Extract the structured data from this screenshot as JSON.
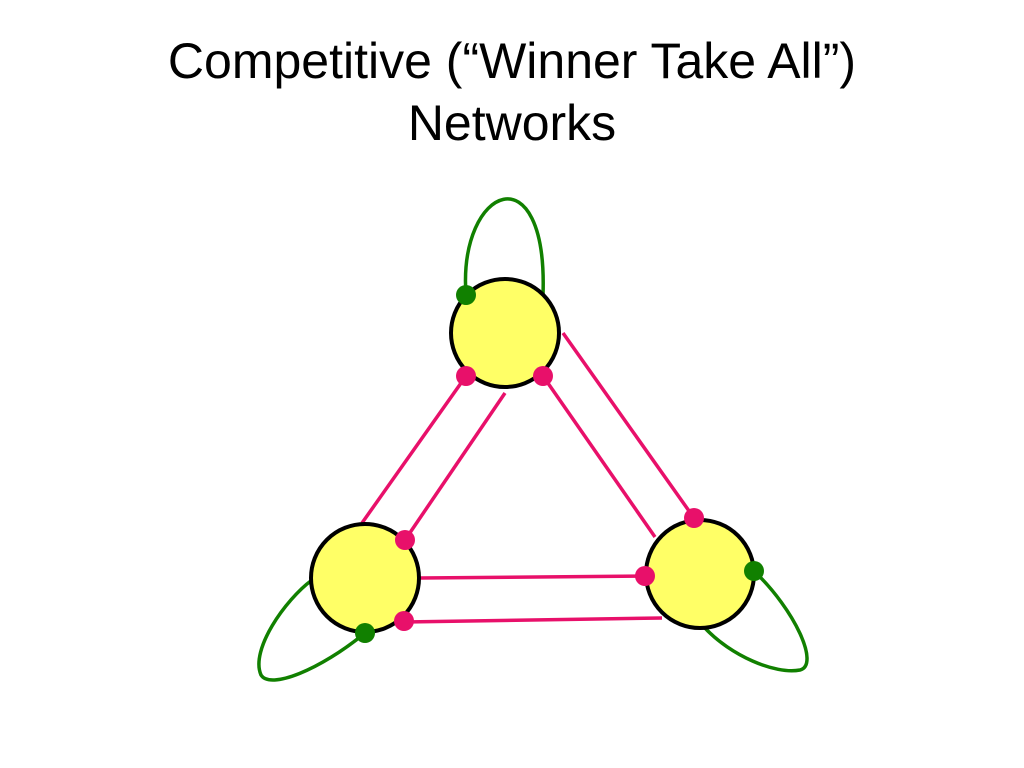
{
  "slide": {
    "title_line1": "Competitive (“Winner Take All”)",
    "title_line2": "Networks"
  },
  "diagram": {
    "node_count": 3,
    "node_fill": "#ffff66",
    "node_stroke": "#000000",
    "inhibitory_color": "#e8106a",
    "excitatory_color": "#118000",
    "inhibitory_connections": 6,
    "excitatory_self_loops": 3
  }
}
